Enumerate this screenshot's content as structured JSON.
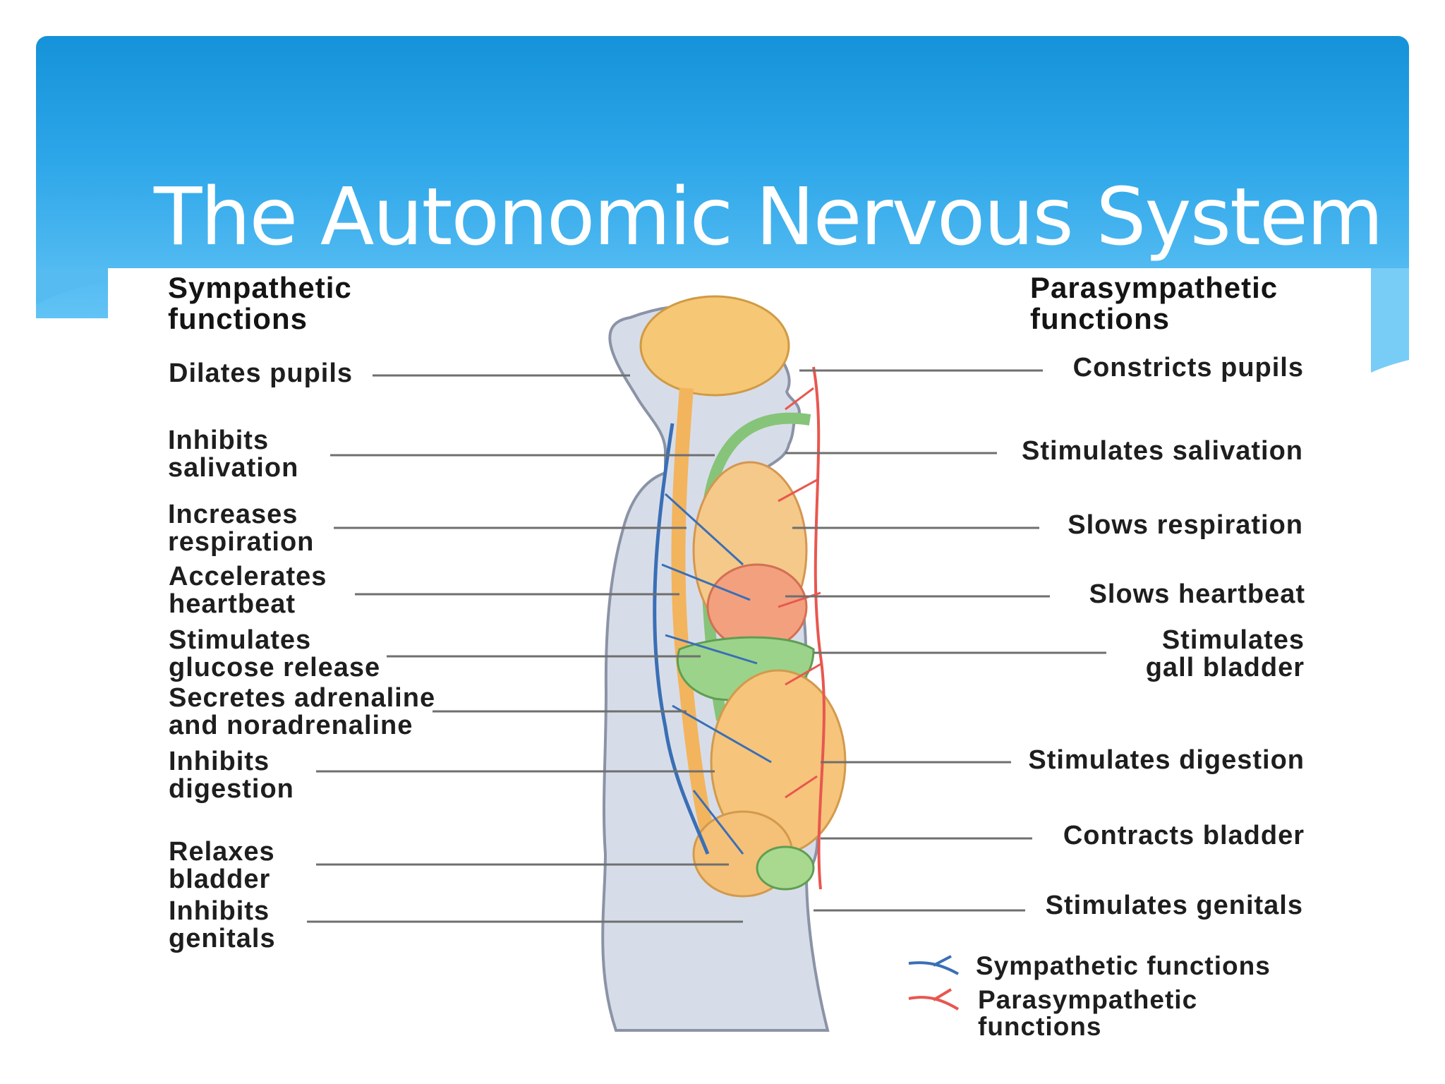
{
  "slide": {
    "title": "The Autonomic Nervous System",
    "header_colors": {
      "top": "#1592d9",
      "bottom": "#62c3f5"
    }
  },
  "diagram": {
    "sympathetic_heading": "Sympathetic\nfunctions",
    "parasympathetic_heading": "Parasympathetic\nfunctions",
    "sympathetic_labels": [
      "Dilates pupils",
      "Inhibits\nsalivation",
      "Increases\nrespiration",
      "Accelerates\nheartbeat",
      "Stimulates\nglucose release",
      "Secretes adrenaline\nand noradrenaline",
      "Inhibits\ndigestion",
      "Relaxes\nbladder",
      "Inhibits\ngenitals"
    ],
    "parasympathetic_labels": [
      "Constricts pupils",
      "Stimulates salivation",
      "Slows respiration",
      "Slows heartbeat",
      "Stimulates\ngall bladder",
      "Stimulates digestion",
      "Contracts bladder",
      "Stimulates genitals"
    ],
    "legend": {
      "sympathetic": "Sympathetic functions",
      "parasympathetic": "Parasympathetic\nfunctions"
    },
    "colors": {
      "sympathetic_nerve": "#3a6fb5",
      "parasympathetic_nerve": "#e8574f",
      "body": "#d7dde8",
      "organ_orange": "#f6b25a",
      "organ_green": "#8fcf7c"
    }
  }
}
